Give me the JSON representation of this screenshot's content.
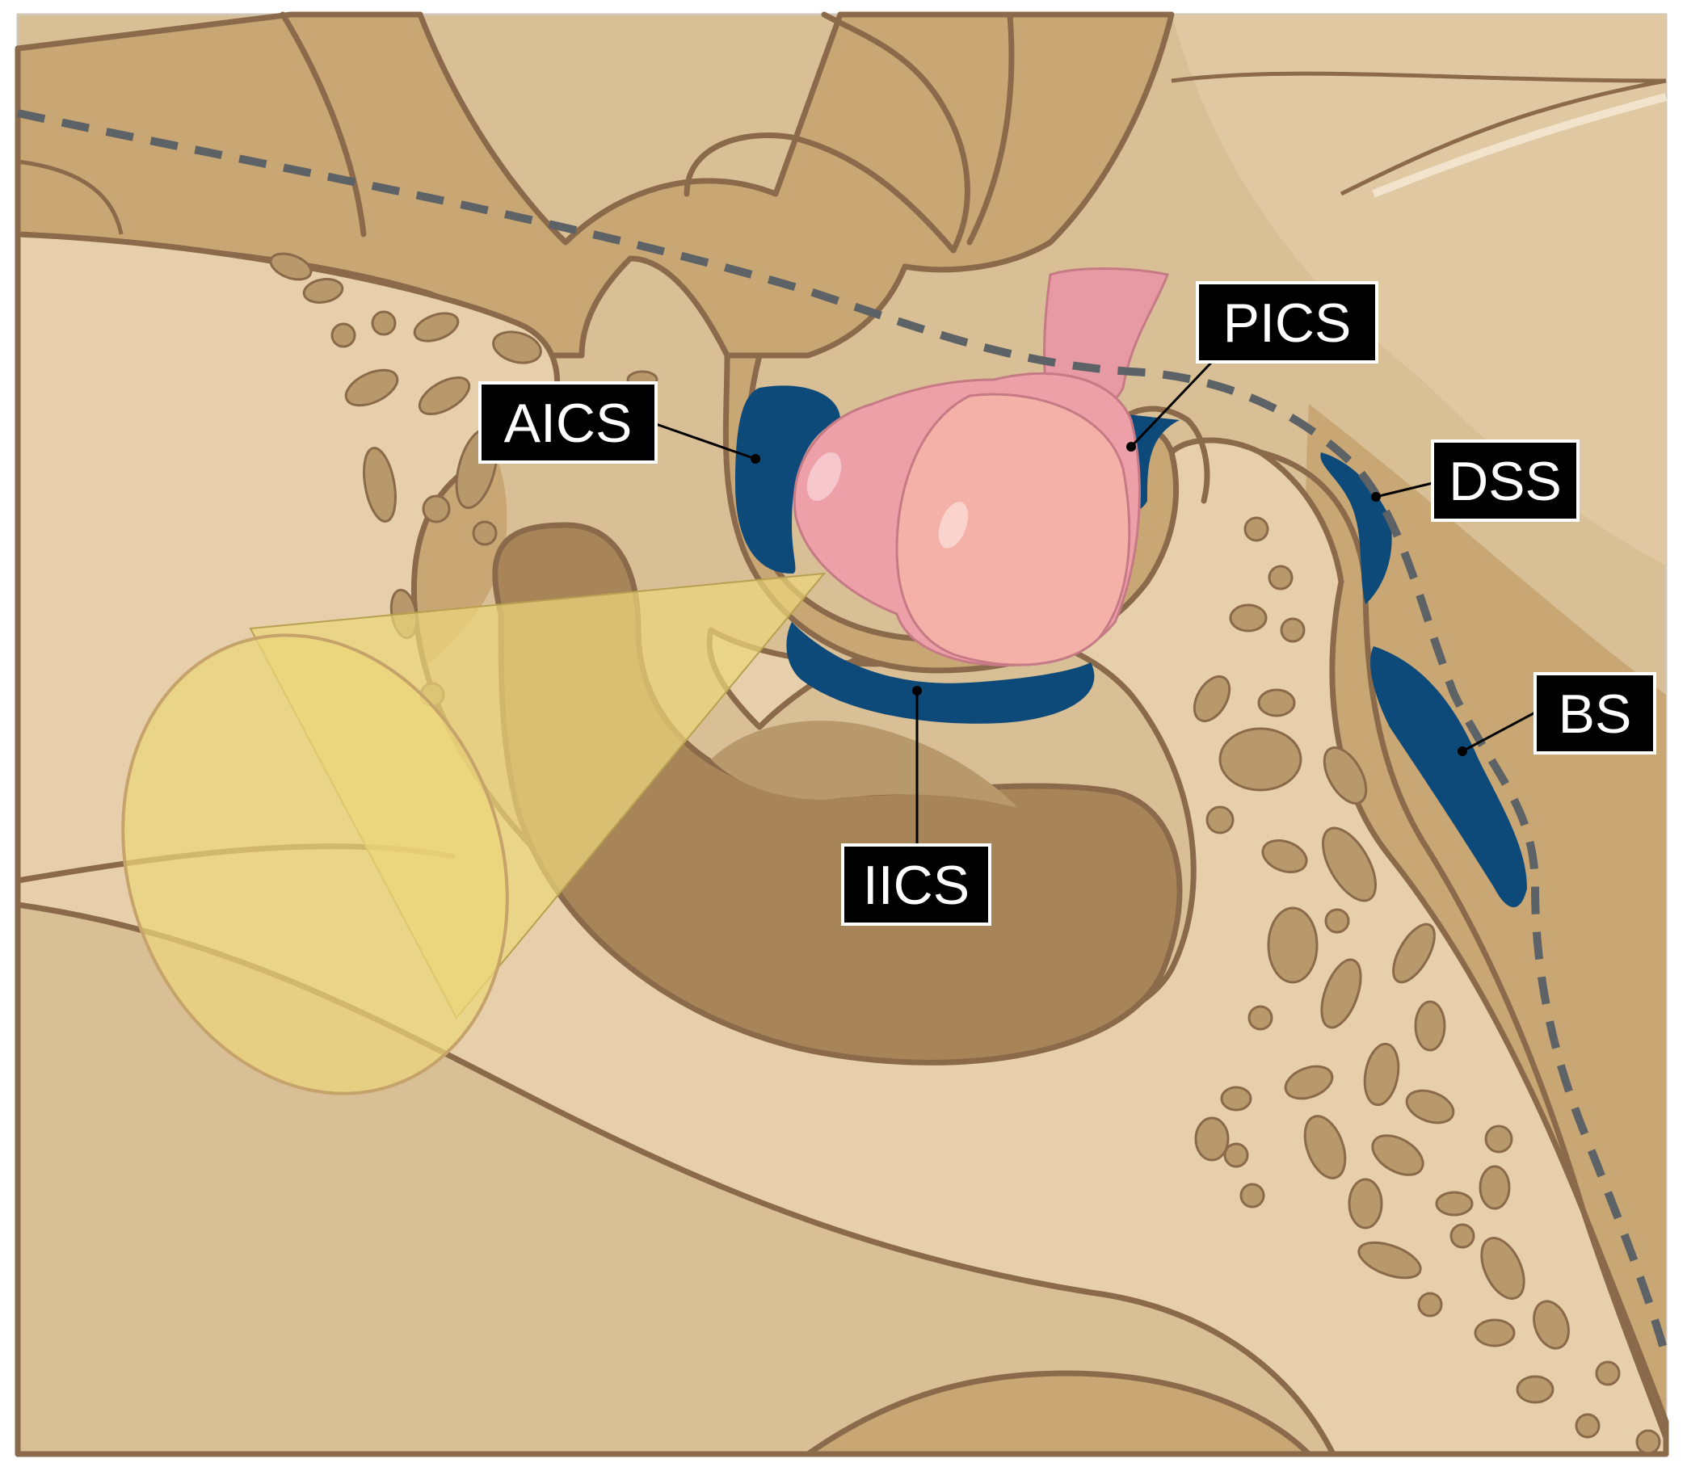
{
  "labels": {
    "aics": "AICS",
    "pics": "PICS",
    "dss": "DSS",
    "bs": "BS",
    "iics": "IICS"
  },
  "colors": {
    "background_tan": "#d8bf96",
    "bone_light": "#e6cfaa",
    "tissue_mid": "#c9a774",
    "tissue_dark": "#a88559",
    "outline_brown": "#8a6a4a",
    "sinus_blue": "#0d4a7a",
    "gland_pink": "#eda0a8",
    "cone_yellow": "#ecd57a",
    "dashed_line": "#5d6266",
    "label_bg": "#000000",
    "label_text": "#ffffff"
  },
  "icons": {
    "endoscope": "yellow-cone-shape",
    "gland": "pink-pituitary-shape"
  }
}
